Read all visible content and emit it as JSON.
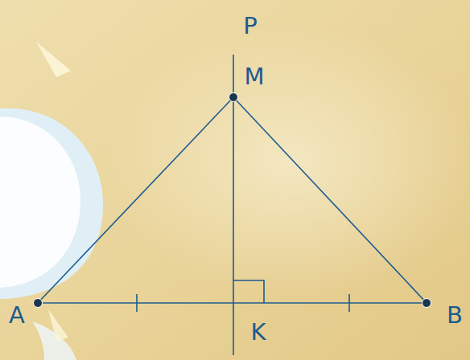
{
  "diagram": {
    "labels": [
      "P",
      "M",
      "A",
      "K",
      "B"
    ]
  }
}
